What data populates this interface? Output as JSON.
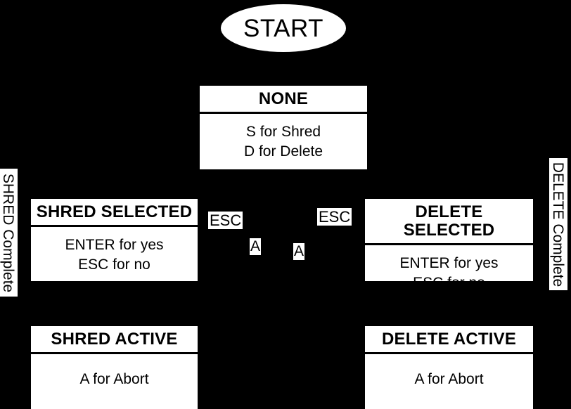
{
  "diagram": {
    "title_state": "START",
    "background_color": "#000000",
    "node_fill_color": "#ffffff",
    "node_text_color": "#000000"
  },
  "start_node": {
    "label": "START",
    "shape": "ellipse"
  },
  "states": [
    {
      "name": "none",
      "title": "NONE",
      "body": "S for Shred\nD for Delete"
    },
    {
      "name": "shred-selected",
      "title": "SHRED SELECTED",
      "body": "ENTER for yes\nESC for no"
    },
    {
      "name": "delete-selected",
      "title": "DELETE SELECTED",
      "body": "ENTER for yes\nESC for no"
    },
    {
      "name": "shred-active",
      "title": "SHRED ACTIVE",
      "body": "A for Abort"
    },
    {
      "name": "delete-active",
      "title": "DELETE ACTIVE",
      "body": "A for Abort"
    }
  ],
  "transition_labels": [
    {
      "name": "esc-left",
      "text": "ESC"
    },
    {
      "name": "esc-right",
      "text": "ESC"
    },
    {
      "name": "abort-left",
      "text": "A"
    },
    {
      "name": "abort-right",
      "text": "A"
    }
  ],
  "side_labels": [
    {
      "name": "shred-complete",
      "text": "SHRED Complete"
    },
    {
      "name": "delete-complete",
      "text": "DELETE Complete"
    }
  ]
}
